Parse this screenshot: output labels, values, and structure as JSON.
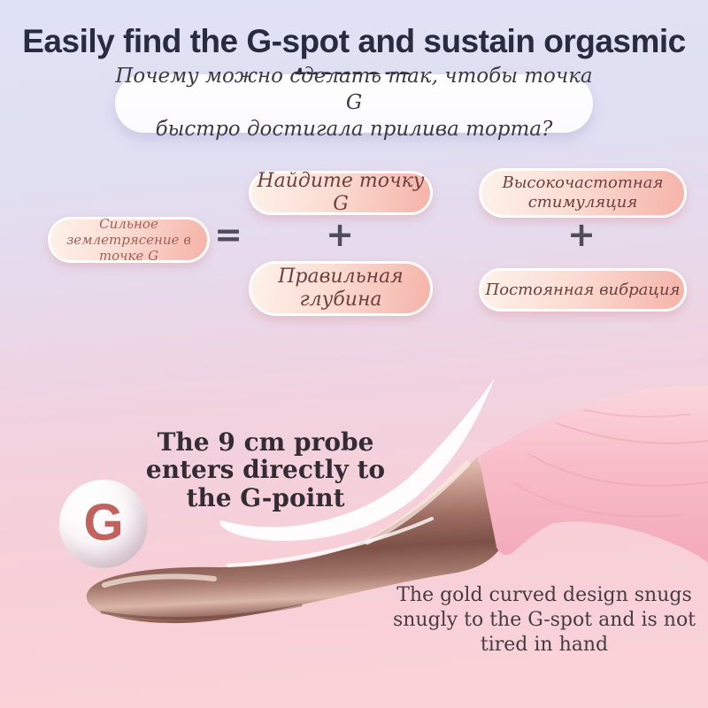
{
  "title": "Easily find the G-spot and sustain orgasmic tremors",
  "question_bubble": {
    "line1": "Почему можно сделать так, чтобы точка G",
    "line2": "быстро достигала прилива торта?"
  },
  "equation": {
    "result_pill": "Сильное землетрясение в точке G",
    "equals": "=",
    "plus": "+",
    "find_pill": "Найдите точку G",
    "depth_pill": "Правильная глубина",
    "stimulation_pill": "Высокочастотная стимуляция",
    "vibration_pill": "Постоянная вибрация"
  },
  "probe_section": {
    "headline_line1": "The 9 cm probe",
    "headline_line2": "enters directly to",
    "headline_line3": "the G-point",
    "g_badge_letter": "G"
  },
  "gold_note": {
    "line1": "The gold curved design snugs",
    "line2": "snugly to the G-spot and is not",
    "line3": "tired in hand"
  },
  "colors": {
    "background_top": "#dfe2f4",
    "background_bottom": "#fad3d8",
    "title_text": "#272c3f",
    "pill_gradient_start": "#fdf2ea",
    "pill_gradient_end": "#f5b3a9",
    "pill_text_dark": "#6e4140",
    "pill_text_light": "#a2605a",
    "operator": "#514c5a",
    "g_letter": "#c2625f",
    "body_pink": "#f7b9c6",
    "metal_rose_gold": "#8a5a50"
  }
}
